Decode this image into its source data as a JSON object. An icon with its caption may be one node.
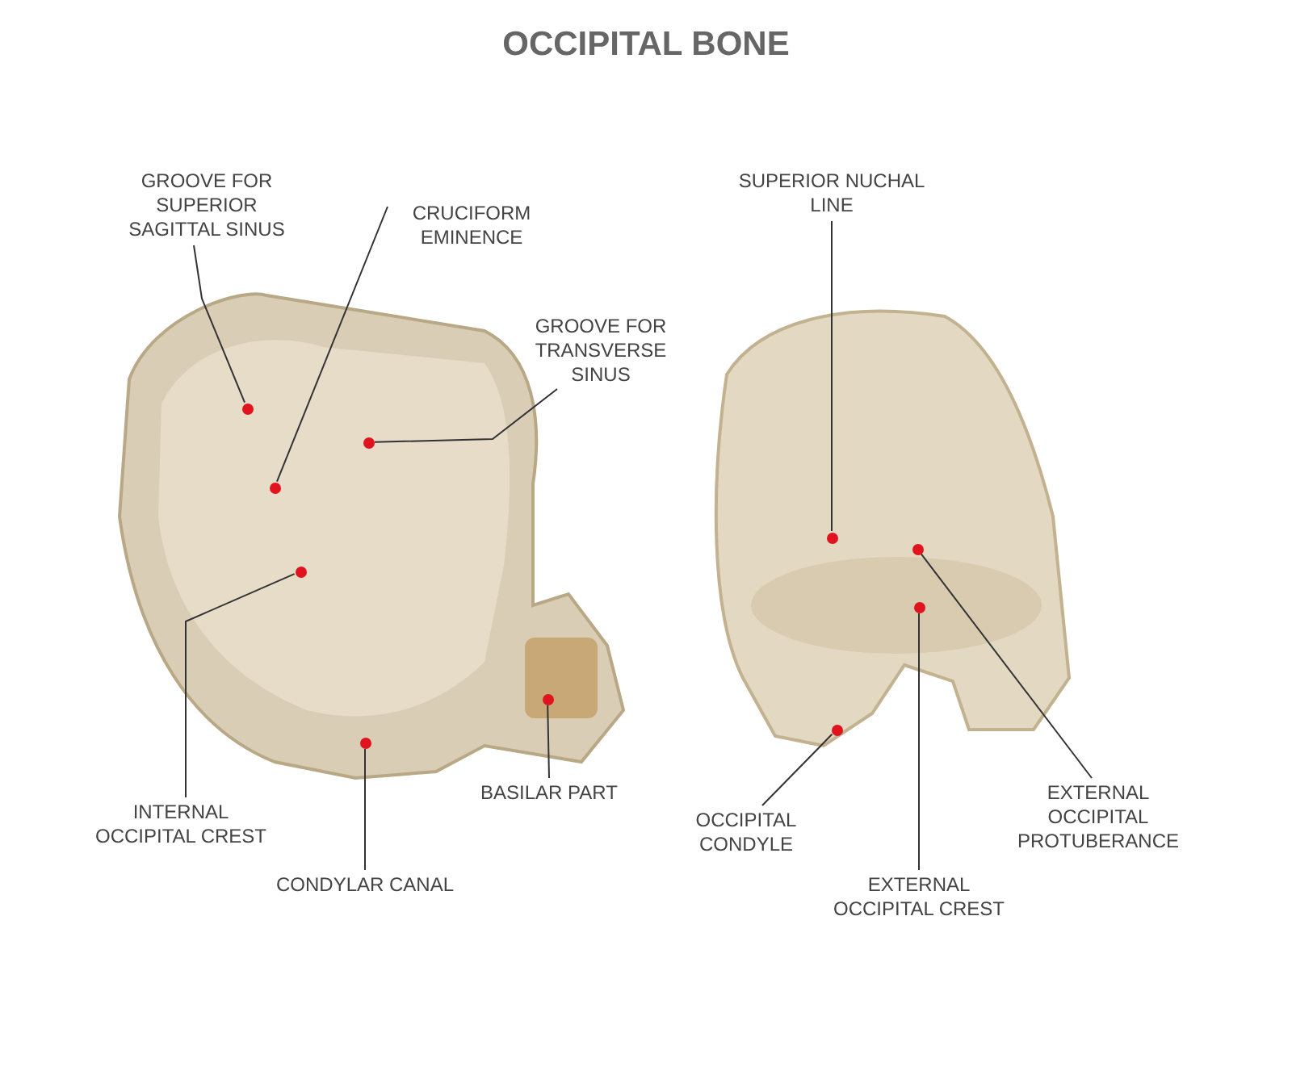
{
  "diagram": {
    "title": "OCCIPITAL BONE",
    "nodes": [
      {
        "text": [
          "GROOVE FOR SUPERIOR SAGITTAL SINUS"
        ]
      },
      {
        "text": [
          "CRUCIFORM EMINENCE"
        ]
      },
      {
        "text": [
          "SUPERIOR NUCHAL LINE"
        ]
      },
      {
        "text": [
          "GROOVE FOR TRANSVERSE SINUS"
        ]
      },
      {
        "text": [
          "INTERNAL OCCIPITAL CREST"
        ]
      },
      {
        "text": [
          "BASILAR PART"
        ]
      },
      {
        "text": [
          "CONDYLAR CANAL"
        ]
      },
      {
        "text": [
          "OCCIPITAL CONDYLE"
        ]
      },
      {
        "text": [
          "EXTERNAL OCCIPITAL PROTUBERANCE"
        ]
      },
      {
        "text": [
          "EXTERNAL OCCIPITAL CREST"
        ]
      },
      {
        "text": [],
        "shape": "circle"
      },
      {
        "text": [],
        "shape": "circle"
      },
      {
        "text": [],
        "shape": "circle"
      },
      {
        "text": [],
        "shape": "circle"
      },
      {
        "text": [],
        "shape": "circle"
      },
      {
        "text": [],
        "shape": "circle"
      },
      {
        "text": [],
        "shape": "circle"
      },
      {
        "text": [],
        "shape": "circle"
      },
      {
        "text": [],
        "shape": "circle"
      },
      {
        "text": [],
        "shape": "circle"
      }
    ],
    "edges": [
      {
        "from": 0,
        "to": 10,
        "arrow": "none"
      },
      {
        "from": 1,
        "to": 11,
        "arrow": "none"
      },
      {
        "from": 2,
        "to": 12,
        "arrow": "none"
      },
      {
        "from": 3,
        "to": 13,
        "arrow": "none"
      },
      {
        "from": 4,
        "to": 14,
        "arrow": "none"
      },
      {
        "from": 5,
        "to": 15,
        "arrow": "none"
      },
      {
        "from": 6,
        "to": 16,
        "arrow": "none"
      },
      {
        "from": 7,
        "to": 17,
        "arrow": "none"
      },
      {
        "from": 8,
        "to": 18,
        "arrow": "none"
      },
      {
        "from": 9,
        "to": 19,
        "arrow": "none"
      }
    ]
  }
}
